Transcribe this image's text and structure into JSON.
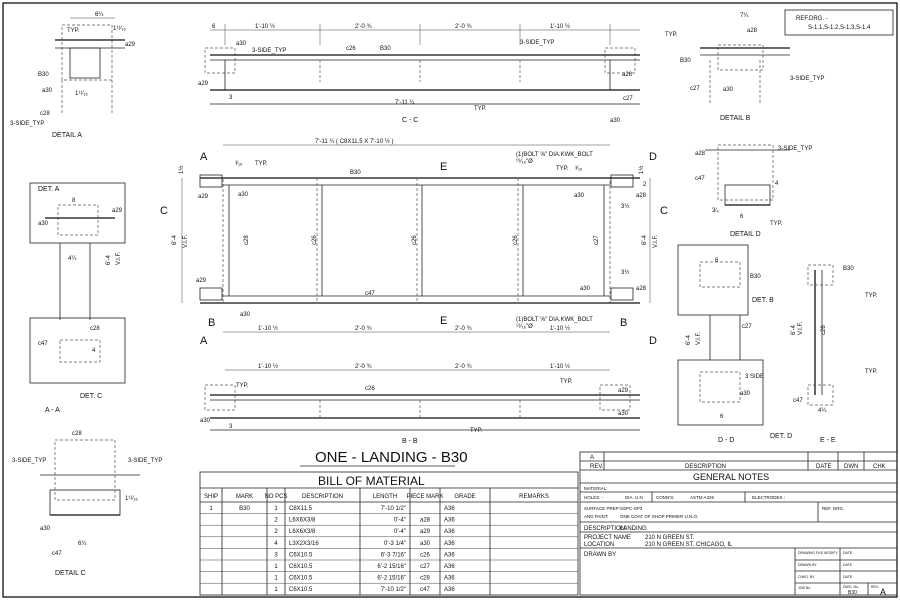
{
  "title": "ONE - LANDING - B30",
  "ref_drg": {
    "label": "REF.DRG. -",
    "value": "S-1.1,S-1.2,S-1.3,S-1.4"
  },
  "views": {
    "detail_a": "DETAIL  A",
    "detail_b": "DETAIL  B",
    "detail_c": "DETAIL  C",
    "detail_d": "DETAIL  D",
    "det_a": "DET. A",
    "det_b": "DET. B",
    "det_c": "DET. C",
    "det_d": "DET. D",
    "section_cc": "C - C",
    "section_bb": "B - B",
    "section_aa": "A - A",
    "section_dd": "D - D",
    "section_ee": "E - E"
  },
  "plan": {
    "overall": "7'-11 ¼  ( C8X11.5  X 7'-10 ½ )",
    "overall_cc": "7'-11 ¼",
    "bays": [
      "1'-10 ½",
      "2'-0 ¾",
      "2'-0 ¾",
      "1'-10 ½"
    ],
    "height": "6'-4",
    "vif": "V.I.F.",
    "bolt": "(1)BOLT  ⅝\" DIA.KWK_BOLT",
    "bolt_hole": "¹⁹⁄₁₆\"Ø",
    "typ": "TYP.",
    "three_side_typ": "3-SIDE_TYP",
    "three_side": "3 SIDE",
    "weld": "³⁄₁₆",
    "marks": {
      "b30": "B30",
      "a28": "a28",
      "a29": "a29",
      "a30": "a30",
      "c26": "c26",
      "c27": "c27",
      "c28": "c28",
      "c47": "c47"
    },
    "dims": {
      "d1": "1½",
      "d2": "2",
      "d3": "3½",
      "d4": "3",
      "d5": "4",
      "d6": "6",
      "d7": "8",
      "d8": "7¼",
      "d9": "4¼",
      "d10": "6¼",
      "d11": "1¹¹⁄₁₆",
      "d12": "3⁄₄"
    },
    "section_letters": [
      "A",
      "B",
      "C",
      "D",
      "E"
    ]
  },
  "bom": {
    "title": "BILL OF MATERIAL",
    "headers": [
      "SHIP",
      "MARK",
      "NO PCS",
      "DESCRIPTION",
      "LENGTH",
      "PIECE MARK",
      "GRADE",
      "REMARKS"
    ],
    "rows": [
      [
        "1",
        "B30",
        "1",
        "C8X11.5",
        "7'-10 1/2\"",
        "",
        "A36",
        ""
      ],
      [
        "",
        "",
        "2",
        "L6X6X3/8",
        "0'-4\"",
        "a28",
        "A36",
        ""
      ],
      [
        "",
        "",
        "2",
        "L6X6X3/8",
        "0'-4\"",
        "a29",
        "A36",
        ""
      ],
      [
        "",
        "",
        "4",
        "L3X2X3/16",
        "0'-3 1/4\"",
        "a30",
        "A36",
        ""
      ],
      [
        "",
        "",
        "3",
        "C6X10.5",
        "6'-3 7/16\"",
        "c26",
        "A36",
        ""
      ],
      [
        "",
        "",
        "1",
        "C6X10.5",
        "6'-2 15/16\"",
        "c27",
        "A36",
        ""
      ],
      [
        "",
        "",
        "1",
        "C6X10.5",
        "6'-2 15/16\"",
        "c28",
        "A36",
        ""
      ],
      [
        "",
        "",
        "1",
        "C6X10.5",
        "7'-10 1/2\"",
        "c47",
        "A36",
        ""
      ]
    ]
  },
  "title_block": {
    "rev_value": "A",
    "rev_label": "REV.",
    "description_label": "DESCRIPTION",
    "date_label": "DATE",
    "dwn_label": "DWN",
    "chk_label": "CHK",
    "general_notes": "GENERAL NOTES",
    "material": "MATERIAL:",
    "holes": "HOLES:  -",
    "holes_dia": "DIA. U.N",
    "conns": "CONN'S:",
    "conns_value": "ASTM A325",
    "electrodes": "ELECTRODES :",
    "surface_prep": "SURFACE PREP:",
    "surface_prep_value": "SSPC-SP3",
    "and_paint": "AND PAINT:",
    "paint_value": "ONE COAT OF SHOP PRIMER U.N.O.",
    "ref_drg": "REF. DRG.",
    "description": "DESCRIPTION:",
    "description_value": "LANDING",
    "project_name": "PROJECT NAME",
    "project_value": "210 N GREEN ST.",
    "location": "LOCATION",
    "location_value": "210 N GREEN ST. CHICAGO, IL",
    "drawn_by": "DRAWN BY",
    "drawing_file": "DRAWING FILE MODIFY",
    "drawn_by2": "DRAWN BY",
    "chkd_by": "CHKD. BY",
    "job_no": "JOB No.",
    "date": "DATE",
    "dwg_no": "DWG. No.",
    "dwg_no_value": "B30",
    "rev": "REV.",
    "rev_final": "A"
  }
}
